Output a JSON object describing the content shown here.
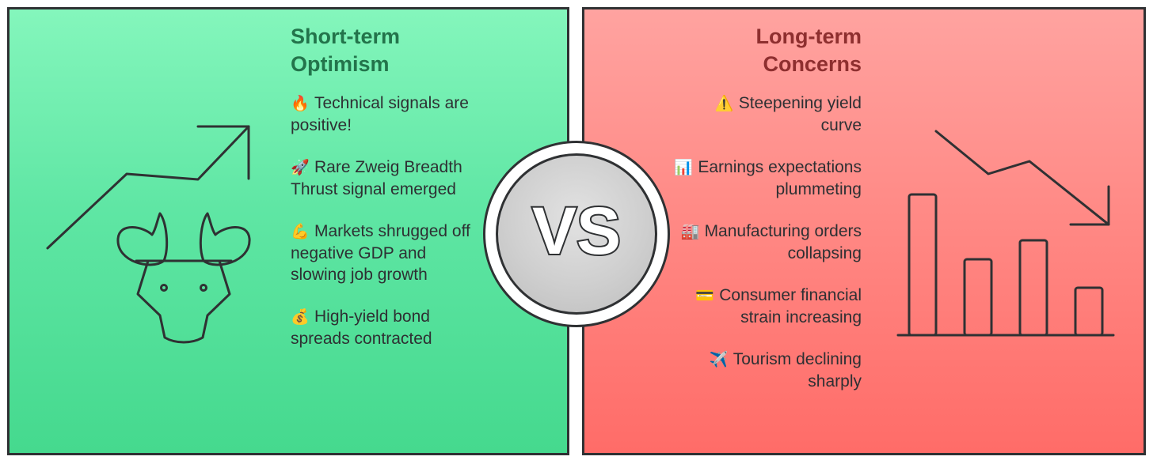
{
  "left": {
    "title_line1": "Short-term",
    "title_line2": "Optimism",
    "icon": "bull-with-rising-arrow-icon",
    "items": [
      {
        "emoji": "🔥",
        "emoji_name": "fire-icon",
        "text": "Technical signals are positive!"
      },
      {
        "emoji": "🚀",
        "emoji_name": "rocket-icon",
        "text": "Rare Zweig Breadth Thrust signal emerged"
      },
      {
        "emoji": "💪",
        "emoji_name": "flexed-biceps-icon",
        "text": "Markets shrugged off negative GDP and slowing job growth"
      },
      {
        "emoji": "💰",
        "emoji_name": "money-bag-icon",
        "text": "High-yield bond spreads contracted"
      }
    ],
    "colors": {
      "background_top": "#84f6bc",
      "background_bottom": "#45d98e",
      "title": "#23744b"
    }
  },
  "center": {
    "label": "VS"
  },
  "right": {
    "title_line1": "Long-term",
    "title_line2": "Concerns",
    "icon": "declining-bar-chart-icon",
    "items": [
      {
        "emoji": "⚠️",
        "emoji_name": "warning-icon",
        "text": "Steepening yield curve"
      },
      {
        "emoji": "📊",
        "emoji_name": "bar-chart-icon",
        "text": "Earnings expectations plummeting"
      },
      {
        "emoji": "🏭",
        "emoji_name": "factory-icon",
        "text": "Manufacturing orders collapsing"
      },
      {
        "emoji": "💳",
        "emoji_name": "credit-card-icon",
        "text": "Consumer financial strain increasing"
      },
      {
        "emoji": "✈️",
        "emoji_name": "airplane-icon",
        "text": "Tourism declining sharply"
      }
    ],
    "colors": {
      "background_top": "#ffa3a0",
      "background_bottom": "#ff6c68",
      "title": "#8e2f2f"
    }
  }
}
